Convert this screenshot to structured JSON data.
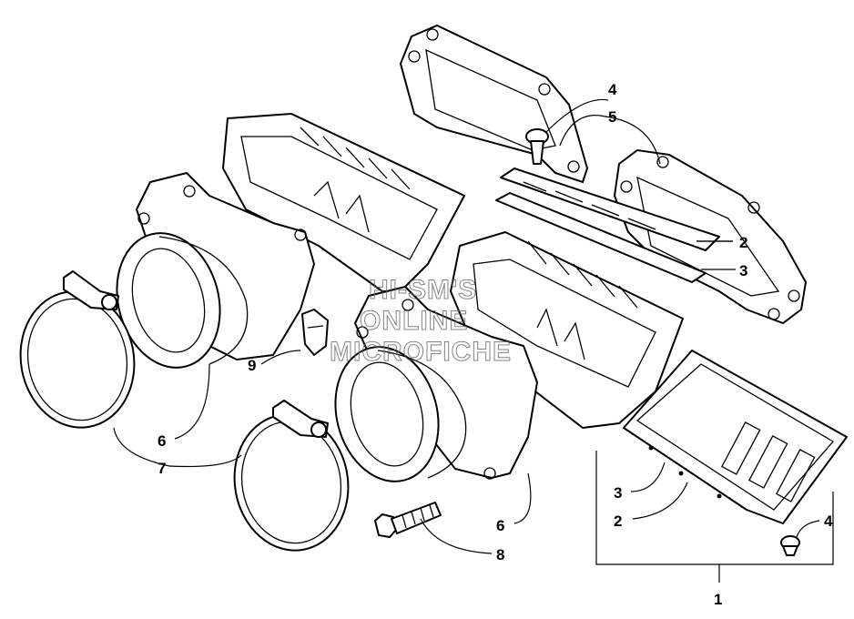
{
  "callouts": [
    {
      "id": "c1",
      "label": "1"
    },
    {
      "id": "c2a",
      "label": "2"
    },
    {
      "id": "c2b",
      "label": "2"
    },
    {
      "id": "c3a",
      "label": "3"
    },
    {
      "id": "c3b",
      "label": "3"
    },
    {
      "id": "c4a",
      "label": "4"
    },
    {
      "id": "c4b",
      "label": "4"
    },
    {
      "id": "c5",
      "label": "5"
    },
    {
      "id": "c6a",
      "label": "6"
    },
    {
      "id": "c6b",
      "label": "6"
    },
    {
      "id": "c7",
      "label": "7"
    },
    {
      "id": "c8",
      "label": "8"
    },
    {
      "id": "c9",
      "label": "9"
    }
  ],
  "watermark": {
    "line1": "HI-SM'S",
    "line2": "ONLINE",
    "line3": "MICROFICHE"
  }
}
